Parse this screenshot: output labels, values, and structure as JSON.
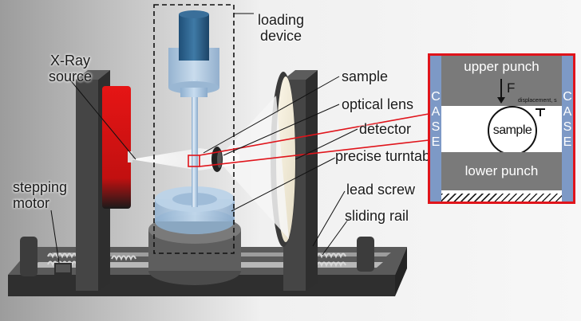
{
  "labels": {
    "loading_device": [
      "loading",
      "device"
    ],
    "xray_source": [
      "X-Ray",
      "source"
    ],
    "sample": "sample",
    "optical_lens": "optical lens",
    "detector": "detector",
    "precise_turntable": "precise turntable",
    "stepping_motor": [
      "stepping",
      "motor"
    ],
    "lead_screw": "lead screw",
    "sliding_rail": "sliding rail"
  },
  "inset": {
    "upper_punch": "upper punch",
    "force": "F",
    "displacement": "displacement, s",
    "sample": "sample",
    "lower_punch": "lower punch",
    "case_left": "CASE",
    "case_right": "CASE"
  },
  "colors": {
    "highlight_red": "#e0141b",
    "case_blue": "#7d99c6",
    "punch_gray": "#7a7a7a",
    "frame_dark": "#4a4a4a"
  }
}
